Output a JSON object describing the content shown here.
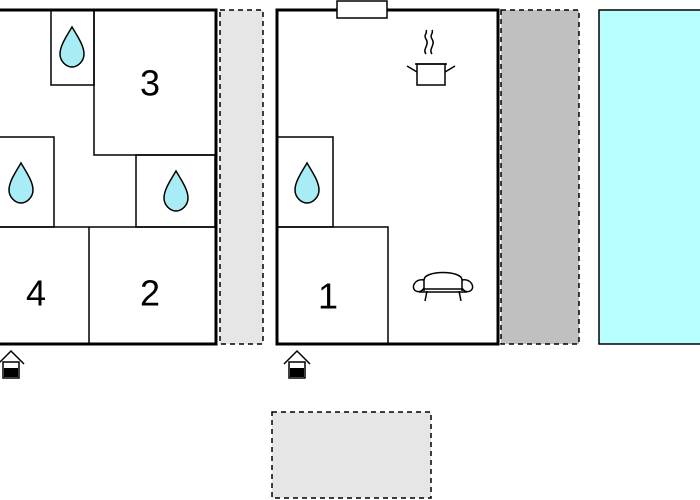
{
  "rooms": {
    "room_1": "1",
    "room_2": "2",
    "room_3": "3",
    "room_4": "4"
  },
  "colors": {
    "wall": "#000000",
    "water_drop": "#a8ecf6",
    "pool": "#b8ffff",
    "terrace_light": "#e6e6e6",
    "terrace_dark": "#c0c0c0"
  },
  "icons": [
    "water-drop-icon",
    "cooking-pot-icon",
    "sofa-icon",
    "entrance-icon",
    "window-icon"
  ]
}
